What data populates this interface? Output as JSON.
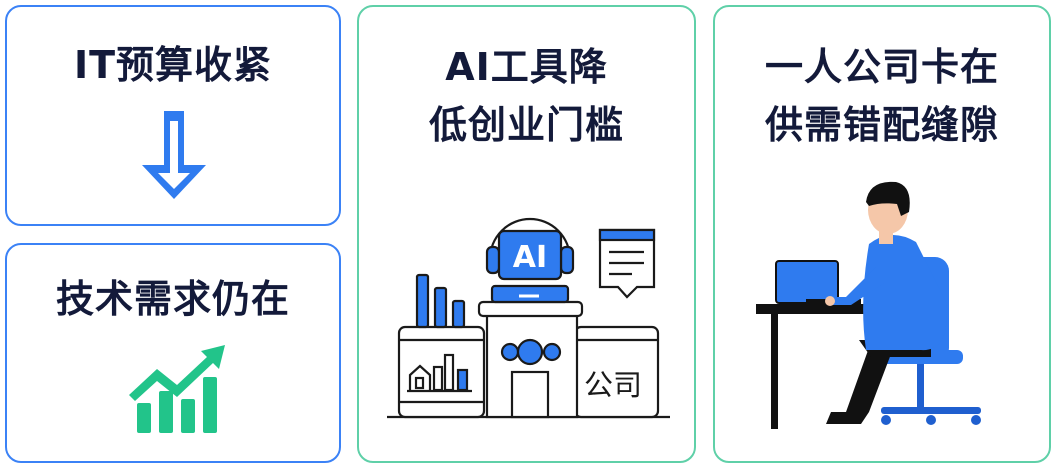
{
  "panels": [
    {
      "title": "IT预算收紧",
      "icon": "down-arrow-icon"
    },
    {
      "title": "技术需求仍在",
      "icon": "growth-chart-icon"
    },
    {
      "title_lines": [
        "AI工具降",
        "低创业门槛"
      ],
      "illustration_labels": {
        "robot": "AI",
        "building": "公司"
      }
    },
    {
      "title_lines": [
        "一人公司卡在",
        "供需错配缝隙"
      ],
      "illustration": "person-at-laptop"
    }
  ],
  "colors": {
    "blue": "#2f7bef",
    "green": "#22c48a",
    "text": "#131a3a"
  }
}
